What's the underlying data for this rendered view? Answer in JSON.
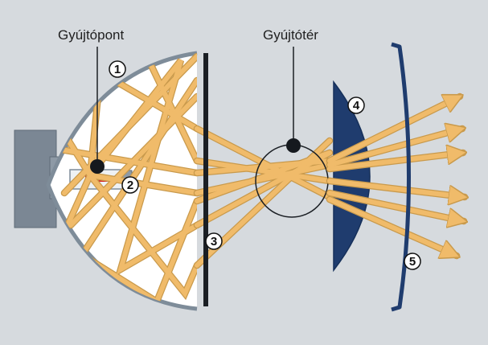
{
  "labels": {
    "focal_point": "Gyújtópont",
    "focal_zone": "Gyújtótér"
  },
  "callouts": [
    "1",
    "2",
    "3",
    "4",
    "5"
  ],
  "colors": {
    "background": "#d6dade",
    "reflector_fill": "#ffffff",
    "reflector_rim": "#7e8c99",
    "housing": "#7b8794",
    "ray": "#f0bb6a",
    "ray_edge": "#c99a4c",
    "lens": "#1f3c6e",
    "lamp_filament": "#d81e1e"
  },
  "icons": [
    "reflector",
    "lamp-bulb",
    "shield-plate",
    "focus-circle",
    "condenser-lens",
    "cover-glass"
  ]
}
